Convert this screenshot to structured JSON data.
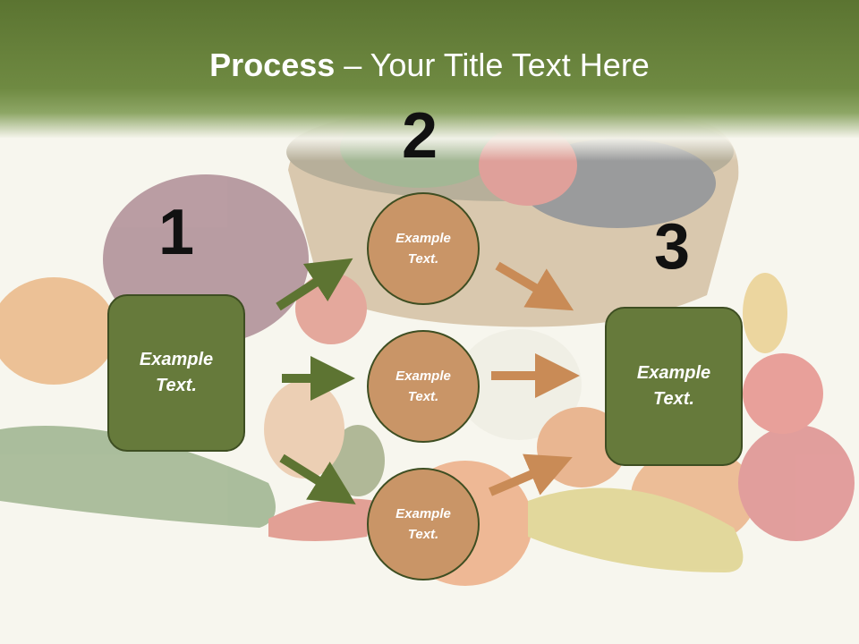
{
  "title": {
    "bold": "Process",
    "rest": " – Your Title Text Here"
  },
  "steps": {
    "one": {
      "number": "1",
      "text": "Example Text."
    },
    "two": {
      "number": "2",
      "items": [
        "Example Text.",
        "Example Text.",
        "Example Text."
      ]
    },
    "three": {
      "number": "3",
      "text": "Example Text."
    }
  },
  "colors": {
    "header": "#5b7431",
    "box_fill": "#667a3b",
    "circle_fill": "#c99567",
    "arrow_green": "#5d7432",
    "arrow_orange": "#c98b56"
  }
}
